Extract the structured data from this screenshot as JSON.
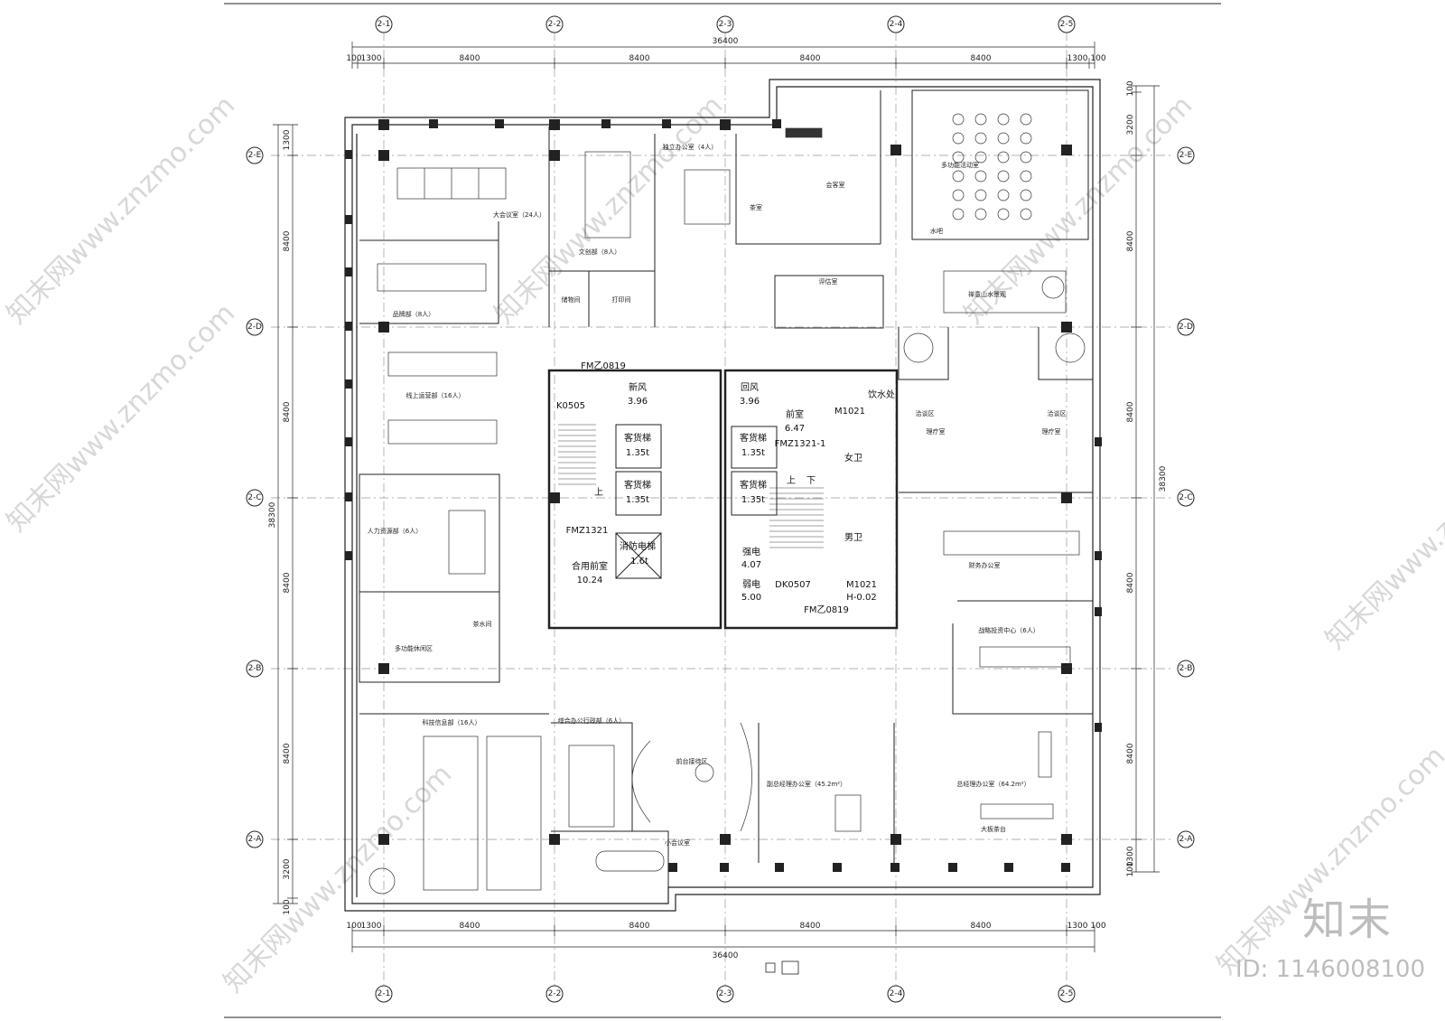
{
  "grid": {
    "columns": [
      "2-1",
      "2-2",
      "2-3",
      "2-4",
      "2-5"
    ],
    "rows": [
      "2-E",
      "2-D",
      "2-C",
      "2-B",
      "2-A"
    ]
  },
  "dimensions": {
    "top_total": "36400",
    "top_segments": [
      "100",
      "1300",
      "8400",
      "8400",
      "8400",
      "8400",
      "1300",
      "100"
    ],
    "bottom_total": "36400",
    "bottom_segments": [
      "100",
      "1300",
      "8400",
      "8400",
      "8400",
      "8400",
      "1300",
      "100"
    ],
    "left_total": "38300",
    "left_segments": [
      "1300",
      "8400",
      "8400",
      "8400",
      "8400",
      "3200",
      "100"
    ],
    "right_total": "38300",
    "right_segments": [
      "100",
      "3200",
      "8400",
      "8400",
      "8400",
      "8400",
      "1300",
      "100"
    ]
  },
  "core_labels": {
    "fm_top": "FM乙0819",
    "k0505": "K0505",
    "xinfeng": "新风",
    "xinfeng_area": "3.96",
    "huifeng": "回风",
    "huifeng_area": "3.96",
    "qianshi": "前室",
    "qianshi_area": "6.47",
    "m1021_top": "M1021",
    "shushuichu": "饮水处",
    "elev1": "客货梯",
    "elev1_cap": "1.35t",
    "elev2": "客货梯",
    "elev2_cap": "1.35t",
    "elev3": "客货梯",
    "elev3_cap": "1.35t",
    "elev4": "客货梯",
    "elev4_cap": "1.35t",
    "fire_elev": "消防电梯",
    "fire_elev_cap": "1.6t",
    "fmz1321": "FMZ1321",
    "fmz1321_1": "FMZ1321-1",
    "hyqs": "合用前室",
    "hyqs_area": "10.24",
    "nvce": "女卫",
    "nance": "男卫",
    "qiangdian": "强电",
    "qiangdian_area": "4.07",
    "ruodian": "弱电",
    "ruodian_area": "5.00",
    "dk0507": "DK0507",
    "m1021_bot": "M1021",
    "h_level": "H-0.02",
    "fm_bot": "FM乙0819",
    "stair_up": "上",
    "stair_down": "下"
  },
  "rooms": [
    {
      "key": "meeting",
      "label": "大会议室（24人）"
    },
    {
      "key": "brand",
      "label": "品牌部（8人）"
    },
    {
      "key": "online",
      "label": "线上运营部（16人）"
    },
    {
      "key": "hr",
      "label": "人力资源部（6人）"
    },
    {
      "key": "tea",
      "label": "茶水间"
    },
    {
      "key": "tech",
      "label": "科技信息部（16人）"
    },
    {
      "key": "admin",
      "label": "综合办公行政部（6人）"
    },
    {
      "key": "reception",
      "label": "前台接待区"
    },
    {
      "key": "vgm",
      "label": "副总经理办公室（45.2m²）"
    },
    {
      "key": "gm",
      "label": "总经理办公室（64.2m²）"
    },
    {
      "key": "bigdesk",
      "label": "大板茶台"
    },
    {
      "key": "strategy",
      "label": "战略投资中心（6人）"
    },
    {
      "key": "finance",
      "label": "财务办公室"
    },
    {
      "key": "office4",
      "label": "独立办公室（4人）"
    },
    {
      "key": "culture",
      "label": "文创部（8人）"
    },
    {
      "key": "storage",
      "label": "储物间"
    },
    {
      "key": "print",
      "label": "打印间"
    },
    {
      "key": "tearoom",
      "label": "茶室"
    },
    {
      "key": "guest",
      "label": "会客室"
    },
    {
      "key": "multi",
      "label": "多功能活动室"
    },
    {
      "key": "water",
      "label": "水吧"
    },
    {
      "key": "eval",
      "label": "评估室"
    },
    {
      "key": "therapy1",
      "label": "理疗室"
    },
    {
      "key": "therapy2",
      "label": "理疗室"
    },
    {
      "key": "garden",
      "label": "禅意山水景观"
    },
    {
      "key": "lounge1",
      "label": "洽谈区"
    },
    {
      "key": "lounge2",
      "label": "洽谈区"
    },
    {
      "key": "rest",
      "label": "多功能休闲区"
    },
    {
      "key": "small_meet",
      "label": "小会议室"
    }
  ],
  "brand": "知末",
  "plan_id": "ID: 1146008100",
  "watermark": "知末网www.znzmo.com"
}
